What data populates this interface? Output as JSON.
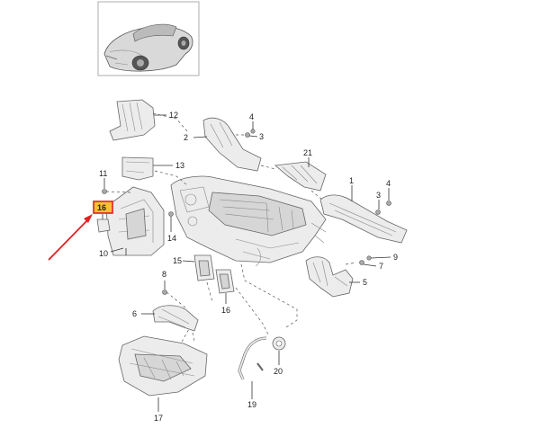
{
  "callouts": {
    "c1": "1",
    "c2": "2",
    "c3a": "3",
    "c3b": "3",
    "c4a": "4",
    "c4b": "4",
    "c5": "5",
    "c6": "6",
    "c7": "7",
    "c8": "8",
    "c9": "9",
    "c10": "10",
    "c11": "11",
    "c12": "12",
    "c13": "13",
    "c14": "14",
    "c15": "15",
    "c16a": "16",
    "c16b": "16",
    "c17": "17",
    "c19": "19",
    "c20": "20",
    "c21": "21"
  },
  "colors": {
    "highlight_fill": "#f4c430",
    "highlight_border": "#e02020",
    "arrow": "#e02020"
  },
  "icons": {
    "car": "car-thumbnail-icon"
  }
}
